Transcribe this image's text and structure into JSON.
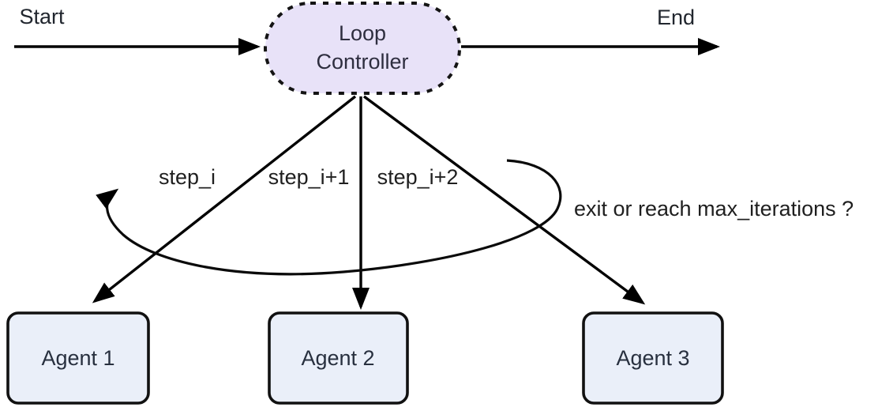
{
  "diagram": {
    "start_label": "Start",
    "end_label": "End",
    "controller": {
      "label": "Loop Controller",
      "line1": "Loop",
      "line2": "Controller"
    },
    "agents": [
      {
        "label": "Agent 1"
      },
      {
        "label": "Agent 2"
      },
      {
        "label": "Agent 3"
      }
    ],
    "edge_labels": {
      "step1": "step_i",
      "step2": "step_i+1",
      "step3": "step_i+2",
      "loop_condition": "exit or reach max_iterations ?"
    },
    "colors": {
      "controller_fill": "#e8e2f8",
      "controller_border": "#141414",
      "agent_fill": "#eaeff9",
      "agent_border": "#111111",
      "edge_stroke": "#000000",
      "edge_label_text": "#1f1f1f",
      "node_text": "#28303f"
    }
  }
}
